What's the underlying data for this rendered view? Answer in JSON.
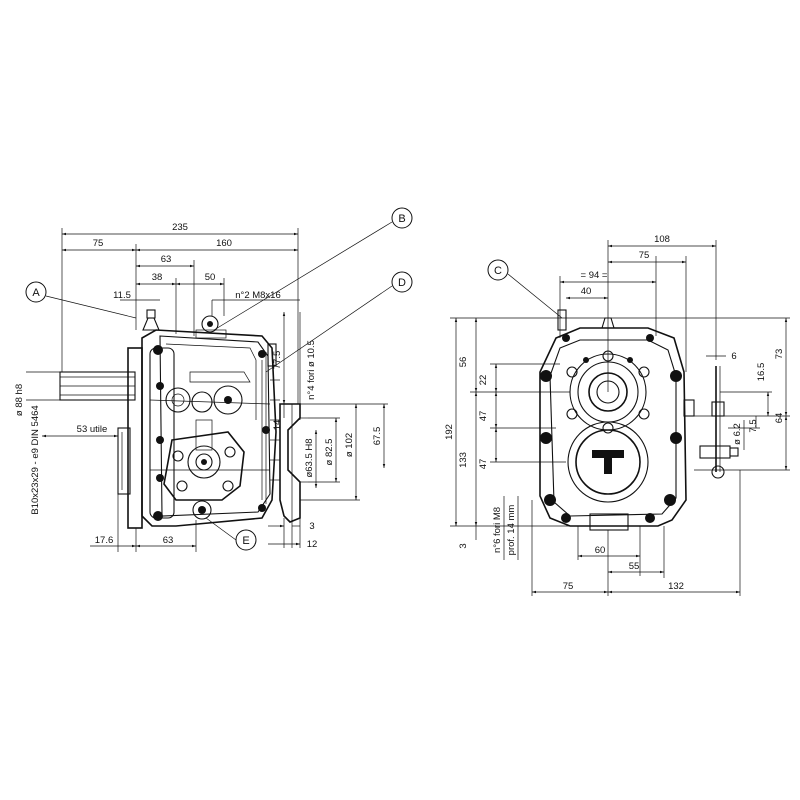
{
  "callouts": {
    "a": "A",
    "b": "B",
    "c": "C",
    "d": "D",
    "e": "E"
  },
  "side_view": {
    "dim_235": "235",
    "dim_75": "75",
    "dim_160": "160",
    "dim_63_top": "63",
    "dim_38": "38",
    "dim_50": "50",
    "dim_11_5": "11.5",
    "note_holes_m8": "n°2  M8x16",
    "dim_77_5": "77.5",
    "note_holes_10_5": "n°4  fori ø 10.5",
    "dim_14": "14",
    "dim_67_5": "67.5",
    "dim_102": "ø 102",
    "dim_82_5": "ø 82.5",
    "dim_63_5_h8": "ø63.5  H8",
    "shaft_dia": "ø 88 h8",
    "spline_spec": "B10x23x29 - e9  DIN  5464",
    "dim_53_utile": "53  utile",
    "dim_17_6": "17.6",
    "dim_63_bottom": "63",
    "dim_3": "3",
    "dim_12": "12"
  },
  "front_view": {
    "dim_108": "108",
    "dim_94": "= 94 =",
    "dim_75_top": "75",
    "dim_40": "40",
    "dim_56": "56",
    "dim_22": "22",
    "dim_47_a": "47",
    "dim_192": "192",
    "dim_133": "133",
    "dim_47_b": "47",
    "dim_3": "3",
    "note_holes_m8": "n°6  fori  M8",
    "note_depth": "prof.  14  mm",
    "dim_60": "60",
    "dim_55": "55",
    "dim_75_bottom": "75",
    "dim_132": "132",
    "dim_6": "6",
    "dim_73": "73",
    "dim_16_5": "16.5",
    "dim_64": "64",
    "dim_7_5": "7.5",
    "dim_6_2": "ø 6.2"
  }
}
